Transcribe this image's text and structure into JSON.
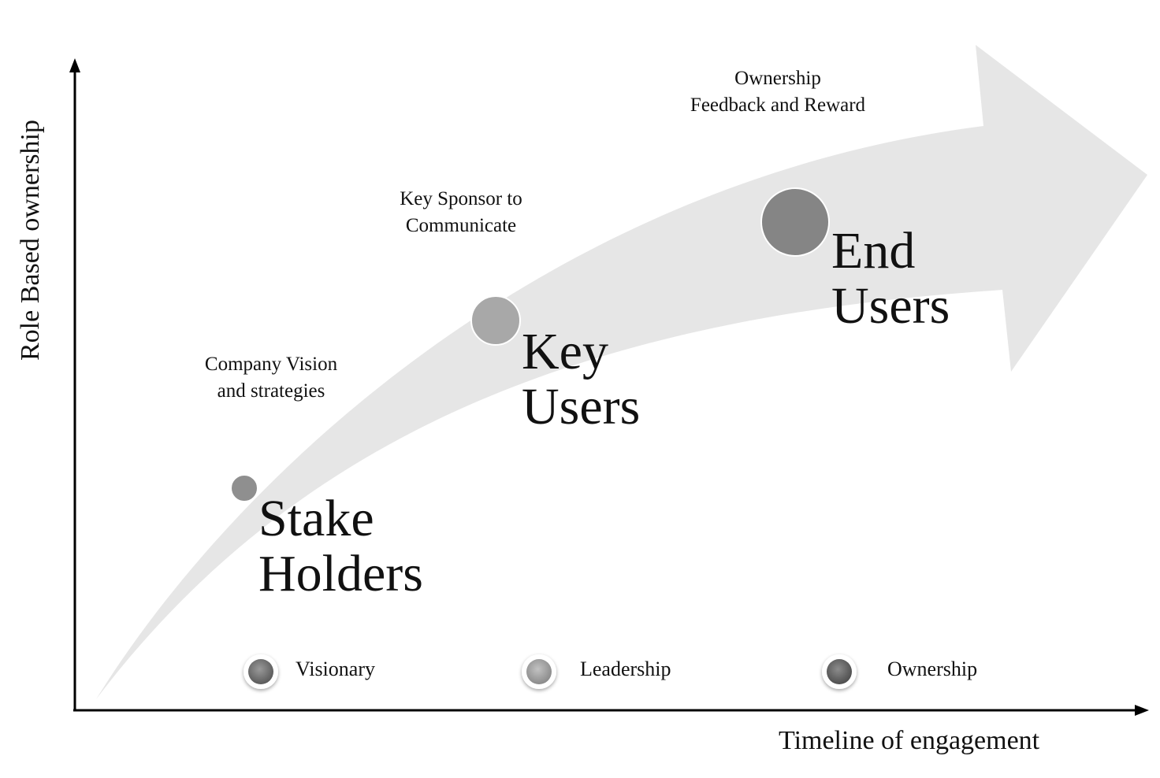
{
  "axes": {
    "y_label": "Role Based ownership",
    "x_label": "Timeline of engagement"
  },
  "stages": [
    {
      "title_line1": "Stake",
      "title_line2": "Holders",
      "note_line1": "Company Vision",
      "note_line2": "and strategies"
    },
    {
      "title_line1": "Key",
      "title_line2": "Users",
      "note_line1": "Key Sponsor to",
      "note_line2": "Communicate"
    },
    {
      "title_line1": "End",
      "title_line2": "Users",
      "note_line1": "Ownership",
      "note_line2": "Feedback and Reward"
    }
  ],
  "legend": [
    {
      "label": "Visionary"
    },
    {
      "label": "Leadership"
    },
    {
      "label": "Ownership"
    }
  ],
  "colors": {
    "arrow_fill": "#e6e6e6",
    "axis": "#000000",
    "circle_small": "#8f8f8f",
    "circle_medium": "#a8a8a8",
    "circle_large": "#858585"
  }
}
